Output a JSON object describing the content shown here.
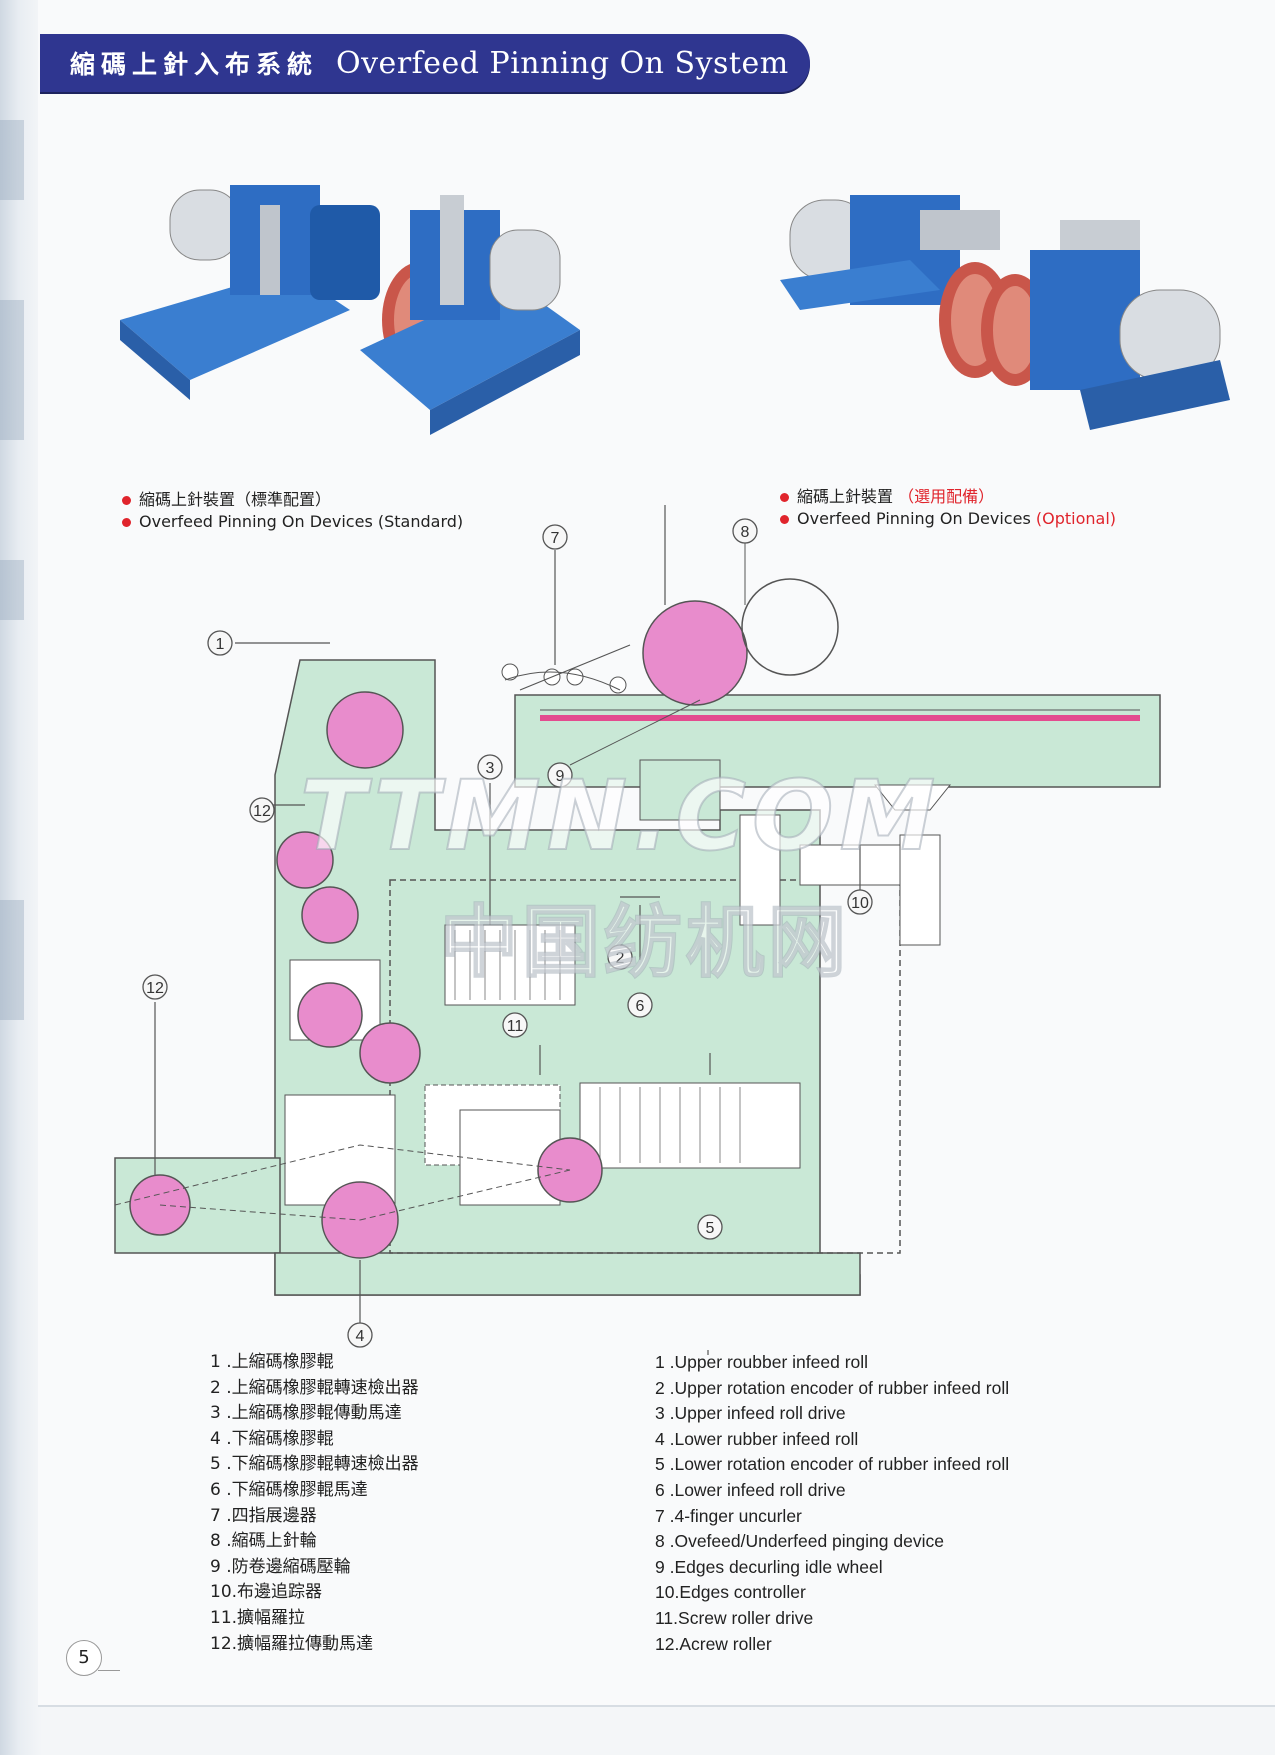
{
  "header": {
    "title_cn": "縮碼上針入布系統",
    "title_en": "Overfeed Pinning On System"
  },
  "captions": {
    "standard": {
      "cn": "縮碼上針裝置（標準配置）",
      "en": "Overfeed Pinning On Devices (Standard)"
    },
    "optional": {
      "cn_main": "縮碼上針裝置",
      "cn_opt": "（選用配備）",
      "en_main": "Overfeed Pinning On Devices",
      "en_opt": "(Optional)"
    }
  },
  "diagram": {
    "markers": [
      "1",
      "2",
      "3",
      "4",
      "5",
      "6",
      "7",
      "8",
      "9",
      "10",
      "11",
      "12",
      "12"
    ],
    "colors": {
      "frame": "#c9e8d6",
      "roll": "#e88ccc",
      "needle_bar": "#e34c8f",
      "line": "#555555"
    }
  },
  "watermark": {
    "en": "TTMN.COM",
    "cn": "中国纺机网"
  },
  "legend_cn": [
    "1  .上縮碼橡膠輥",
    "2  .上縮碼橡膠輥轉速檢出器",
    "3  .上縮碼橡膠輥傳動馬達",
    "4  .下縮碼橡膠輥",
    "5  .下縮碼橡膠輥轉速檢出器",
    "6  .下縮碼橡膠輥馬達",
    "7  .四指展邊器",
    "8  .縮碼上針輪",
    "9  .防卷邊縮碼壓輪",
    "10.布邊追踪器",
    "11.擴幅羅拉",
    "12.擴幅羅拉傳動馬達"
  ],
  "legend_en": [
    "1  .Upper roubber infeed roll",
    "2  .Upper rotation encoder of rubber infeed roll",
    "3  .Upper infeed roll drive",
    "4  .Lower rubber infeed roll",
    "5  .Lower rotation encoder of rubber infeed roll",
    "6  .Lower infeed roll drive",
    "7  .4-finger uncurler",
    "8  .Ovefeed/Underfeed pinging device",
    "9  .Edges decurling idle wheel",
    "10.Edges controller",
    "11.Screw roller drive",
    "12.Acrew roller"
  ],
  "footer": {
    "page_number": "5"
  }
}
